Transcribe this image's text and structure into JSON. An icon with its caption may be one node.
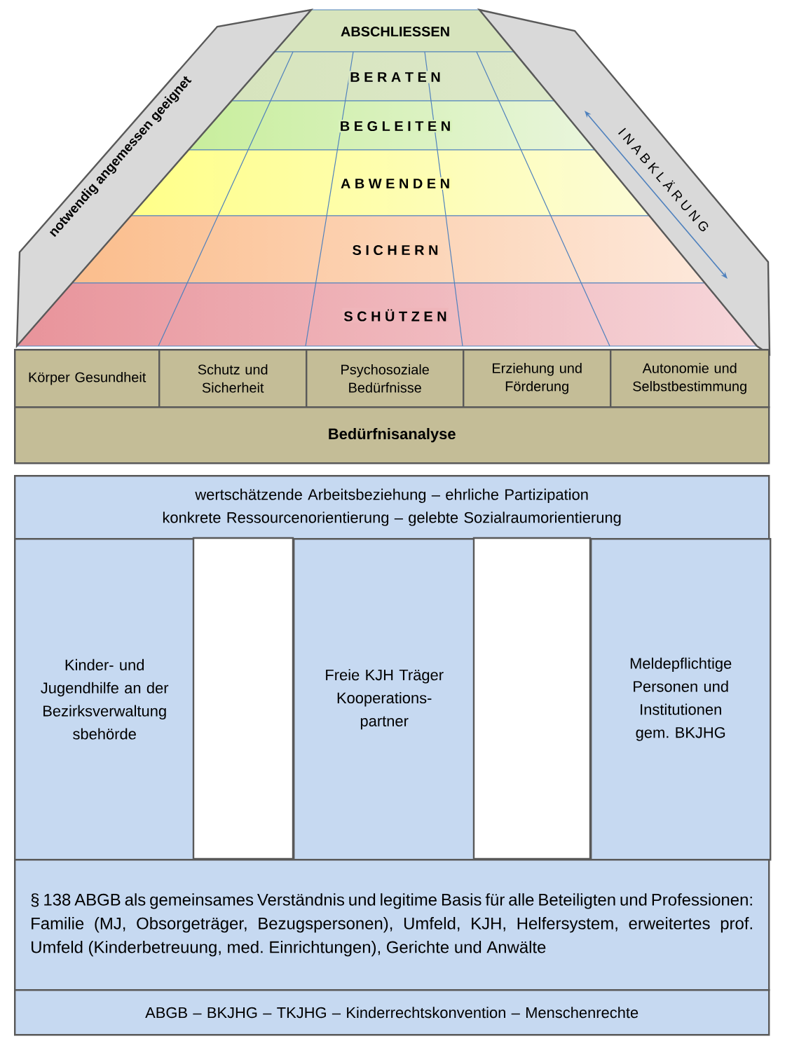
{
  "diagram": {
    "nodes": [
      {
        "text": [
          "ABSCHLIESSEN"
        ]
      },
      {
        "text": [
          "B E R A T E N"
        ]
      },
      {
        "text": [
          "B E G L E I T E N"
        ]
      },
      {
        "text": [
          "A B W E N D E N"
        ]
      },
      {
        "text": [
          "S I C H E R N"
        ]
      },
      {
        "text": [
          "S C H Ü T Z E N"
        ]
      },
      {
        "text": [
          "notwendig angemessen geeignet"
        ]
      },
      {
        "text": [
          "I N A B K L Ä R U N G"
        ]
      },
      {
        "text": [
          "Körper Gesundheit"
        ]
      },
      {
        "text": [
          "Schutz und Sicherheit"
        ]
      },
      {
        "text": [
          "Psychosoziale Bedürfnisse"
        ]
      },
      {
        "text": [
          "Erziehung und Förderung"
        ]
      },
      {
        "text": [
          "Autonomie und Selbstbestimmung"
        ]
      },
      {
        "text": [
          "Bedürfnisanalyse"
        ]
      },
      {
        "text": [
          "wertschätzende Arbeitsbeziehung – ehrliche Partizipation",
          "konkrete Ressourcenorientierung – gelebte Sozialraumorientierung"
        ]
      },
      {
        "text": [
          "Kinder- und Jugendhilfe an der Bezirksverwaltung sbehörde"
        ]
      },
      {
        "text": [],
        "shape": "box"
      },
      {
        "text": [
          "Freie KJH Träger Kooperations- partner"
        ]
      },
      {
        "text": [],
        "shape": "box"
      },
      {
        "text": [
          "Meldepflichtige Personen und Institutionen gem. BKJHG"
        ]
      },
      {
        "text": [
          "§ 138 ABGB als gemeinsames Verständnis und legitime Basis für alle Beteiligten und Professionen: Familie (MJ, Obsorgeträger, Bezugspersonen), Umfeld, KJH, Helfersystem, erweitertes prof. Umfeld (Kinderbetreuung, med. Einrichtungen), Gerichte und Anwälte"
        ]
      },
      {
        "text": [
          "ABGB – BKJHG – TKJHG – Kinderrechtskonvention – Menschenrechte"
        ]
      }
    ],
    "edges": []
  }
}
